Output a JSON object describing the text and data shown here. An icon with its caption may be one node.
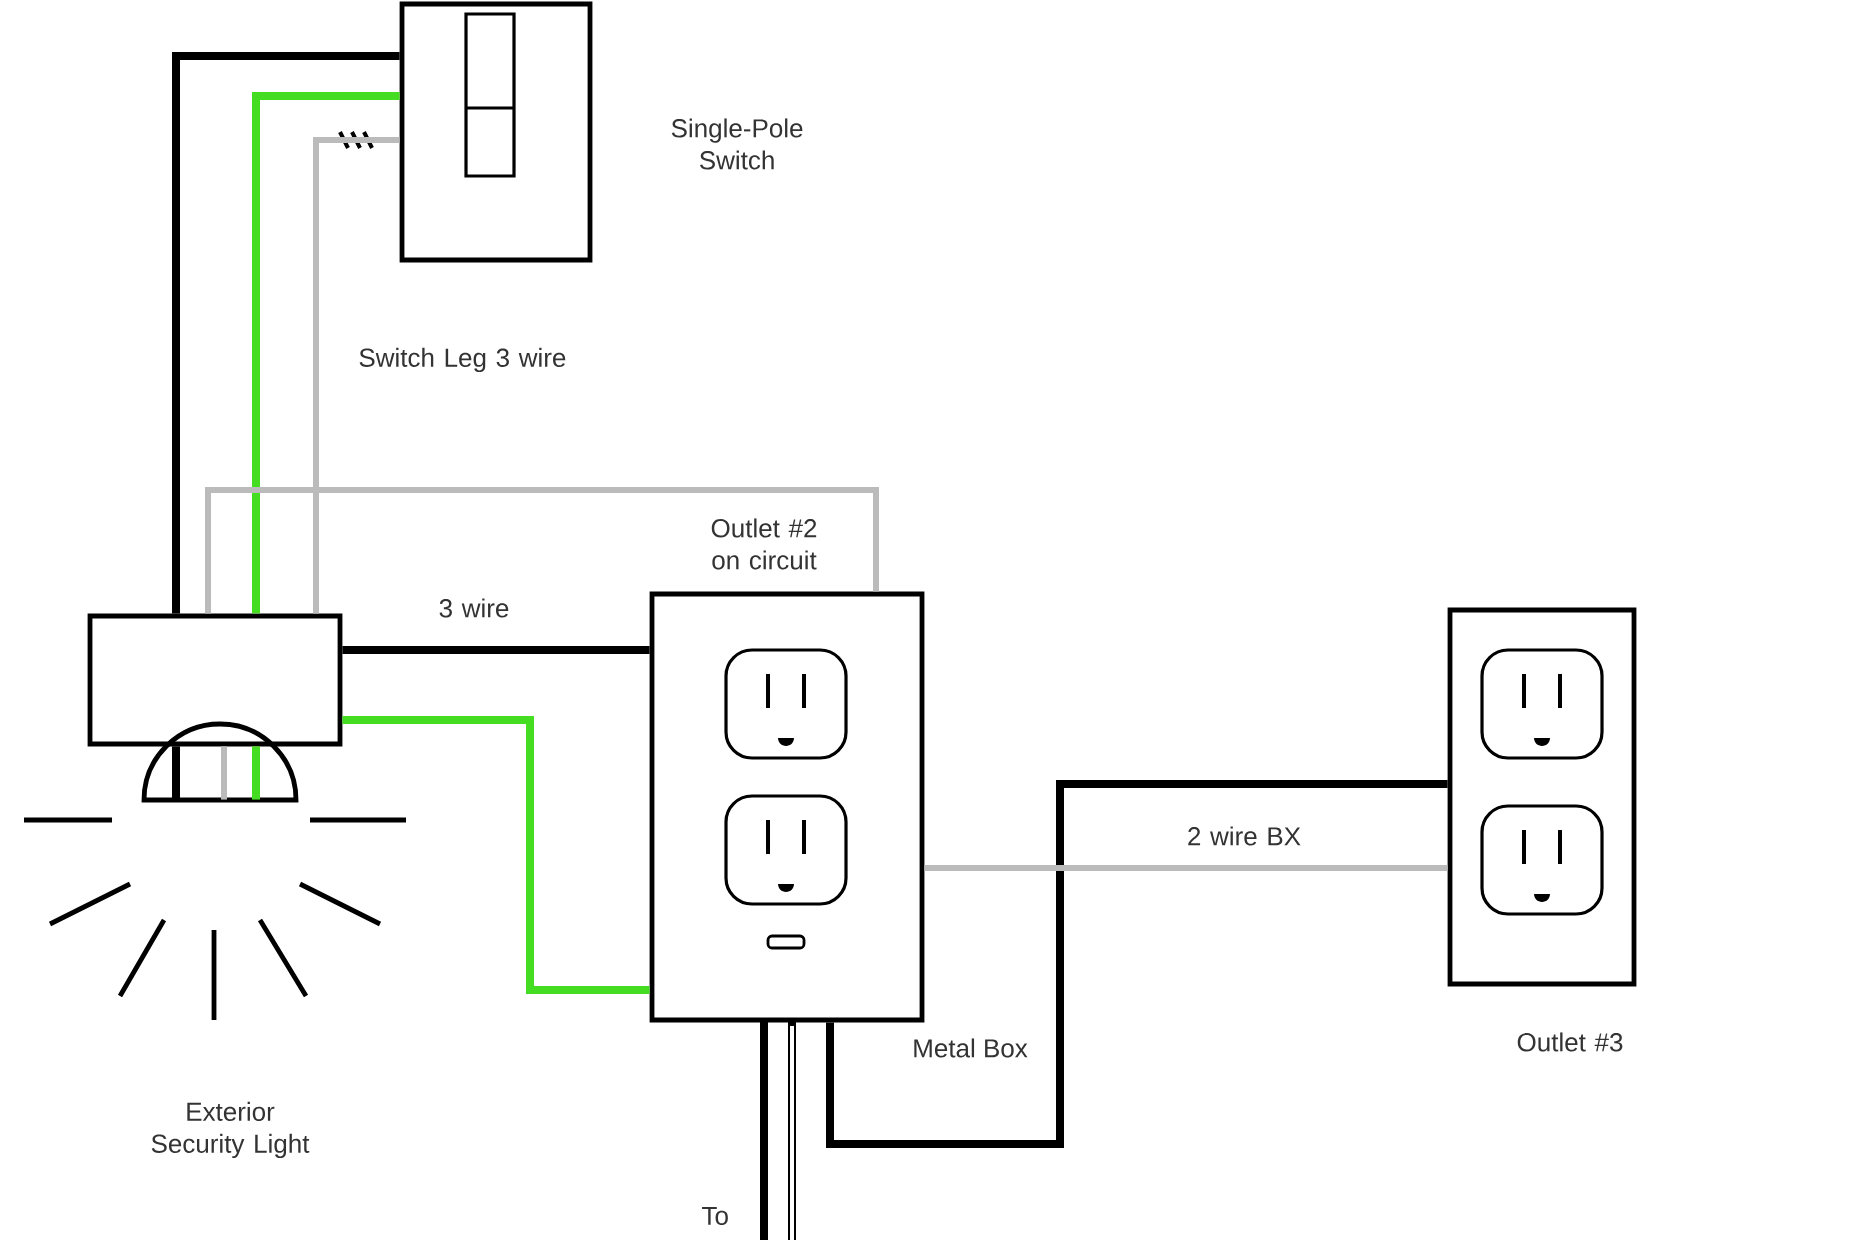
{
  "diagram": {
    "nodes": [
      {
        "text": [
          "Single-Pole Switch"
        ]
      },
      {
        "text": [],
        "shape": "box"
      },
      {
        "text": [
          "Exterior Security Light"
        ]
      },
      {
        "text": [
          "Outlet #2 on circuit"
        ],
        "beside": [
          "Metal Box"
        ]
      },
      {
        "text": [
          "Outlet #3"
        ]
      }
    ],
    "edges": [
      {
        "from": 0,
        "to": 1,
        "arrow": "none"
      },
      {
        "from": 0,
        "to": 1,
        "arrow": "none",
        "color": "#44dd22"
      },
      {
        "from": 0,
        "to": 1,
        "arrow": "none",
        "color": "#bbbbbb",
        "label": "Switch Leg 3 wire"
      },
      {
        "from": 1,
        "to": 2,
        "arrow": "none"
      },
      {
        "from": 1,
        "to": 2,
        "arrow": "none",
        "color": "#44dd22"
      },
      {
        "from": 1,
        "to": 2,
        "arrow": "none",
        "color": "#bbbbbb"
      },
      {
        "from": 1,
        "to": 3,
        "arrow": "none",
        "label": "3 wire"
      },
      {
        "from": 1,
        "to": 3,
        "arrow": "none",
        "color": "#44dd22"
      },
      {
        "from": 1,
        "to": 3,
        "arrow": "none",
        "color": "#bbbbbb"
      },
      {
        "from": 3,
        "to": 4,
        "arrow": "none"
      },
      {
        "from": 3,
        "to": 4,
        "arrow": "none",
        "color": "#bbbbbb",
        "label": "2 wire BX"
      }
    ],
    "labels": [
      "To"
    ]
  }
}
